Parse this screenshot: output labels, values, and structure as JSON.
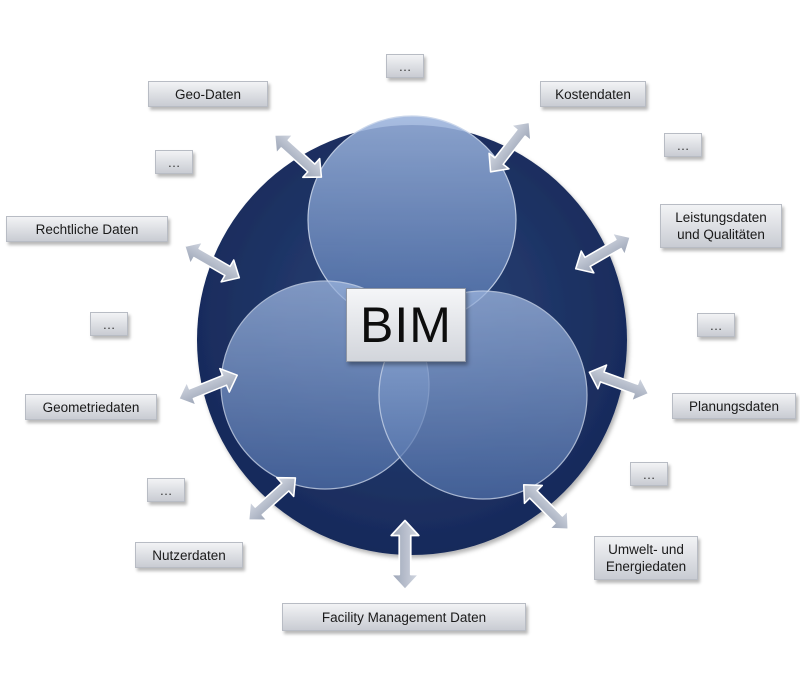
{
  "center": {
    "label": "BIM"
  },
  "labels": {
    "geo": "Geo-Daten",
    "dots_top": "…",
    "kosten": "Kostendaten",
    "dots_upper_left": "…",
    "dots_upper_right": "…",
    "rechtliche": "Rechtliche Daten",
    "leistung": "Leistungsdaten\nund Qualitäten",
    "dots_mid_left": "…",
    "dots_mid_right": "…",
    "geometrie": "Geometriedaten",
    "planung": "Planungsdaten",
    "dots_lower_left": "…",
    "dots_lower_right": "…",
    "nutzer": "Nutzerdaten",
    "umwelt": "Umwelt- und\nEnergiedaten",
    "facility": "Facility Management Daten"
  },
  "colors": {
    "outer_circle": "#1f3668",
    "inner_circle": "#6f8fc2",
    "arrow": "#aeb6c6"
  }
}
